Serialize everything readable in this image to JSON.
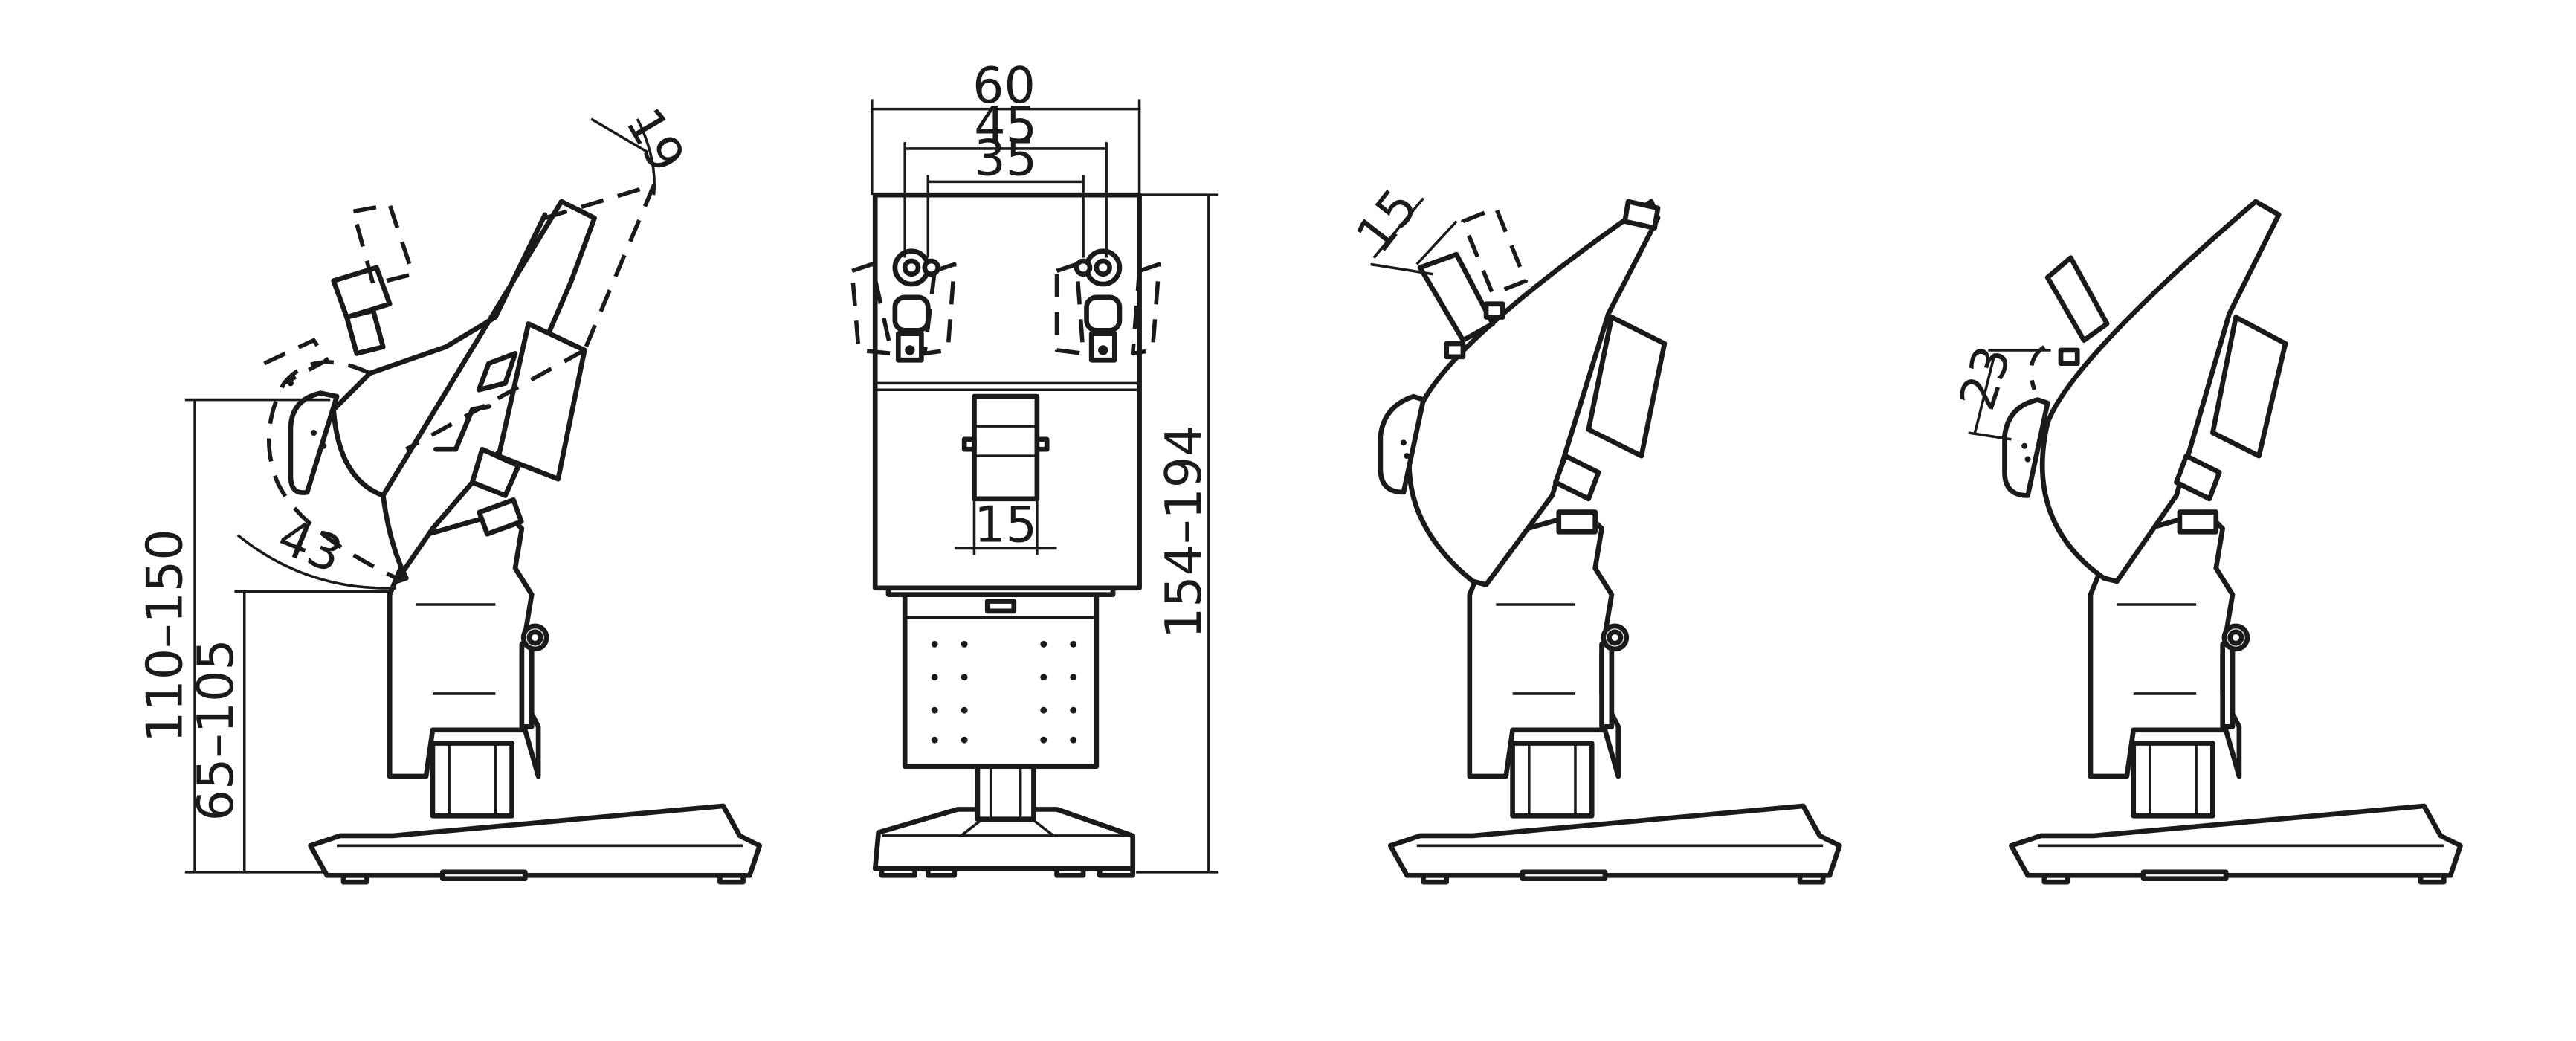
{
  "views": {
    "side_tilted": {
      "dim_overall_height": "110–150",
      "dim_lower_height": "65–105",
      "dim_angle_bottom": "43",
      "dim_angle_top": "19"
    },
    "front": {
      "dim_width_60": "60",
      "dim_width_45": "45",
      "dim_width_35": "35",
      "dim_width_15": "15",
      "dim_height": "154–194"
    },
    "side_handle_up": {
      "dim_handle": "15"
    },
    "side_handle_down": {
      "dim_handle": "23"
    }
  },
  "colors": {
    "line": "#1a1a1a",
    "background": "#ffffff"
  }
}
